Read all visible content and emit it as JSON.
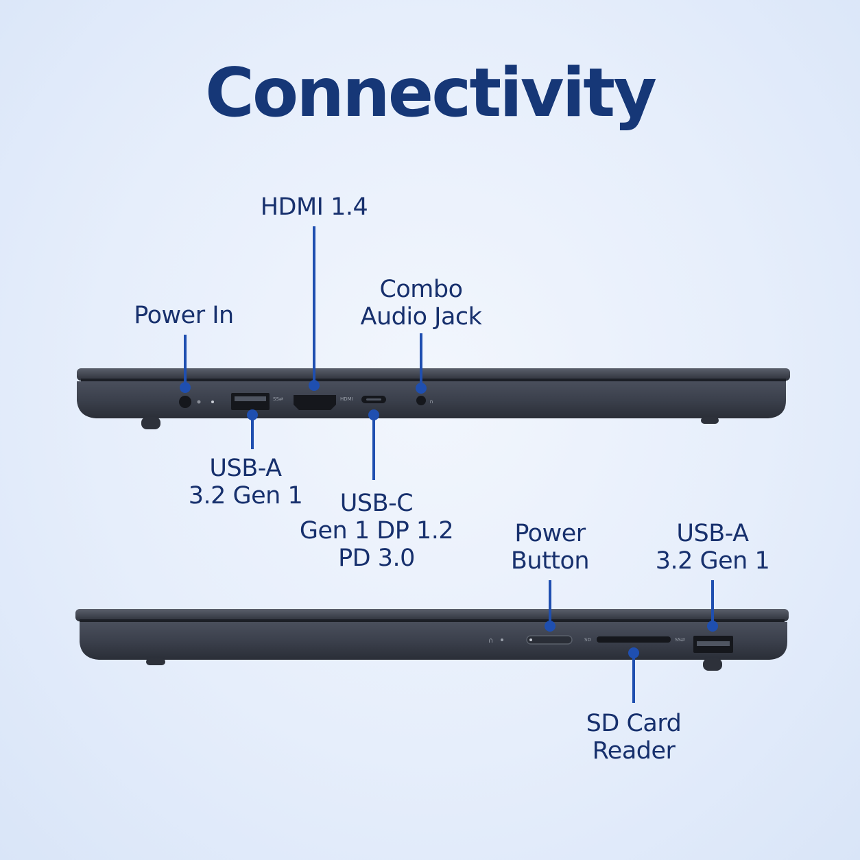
{
  "title": "Connectivity",
  "labels": {
    "power_in": [
      "Power In"
    ],
    "hdmi": [
      "HDMI 1.4"
    ],
    "combo_audio": [
      "Combo",
      "Audio Jack"
    ],
    "usb_a_left": [
      "USB-A",
      "3.2 Gen 1"
    ],
    "usb_c": [
      "USB-C",
      "Gen 1 DP 1.2",
      "PD 3.0"
    ],
    "power_button": [
      "Power",
      "Button"
    ],
    "usb_a_right": [
      "USB-A",
      "3.2 Gen 1"
    ],
    "sd_card": [
      "SD Card",
      "Reader"
    ]
  },
  "colors": {
    "title": "#163777",
    "label": "#17306d",
    "leader": "#1f4fb0",
    "laptop": "#3a3f4b"
  }
}
